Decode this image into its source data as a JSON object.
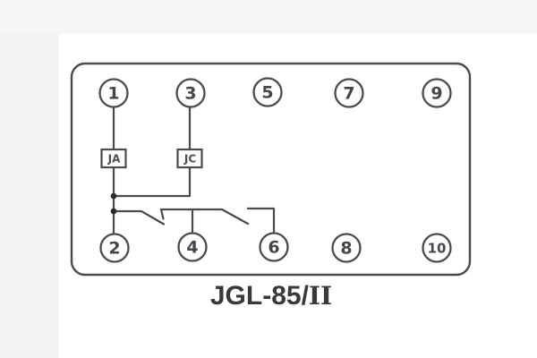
{
  "diagram": {
    "caption_model": "JGL-85/",
    "caption_variant": "II",
    "terminals": {
      "top": [
        {
          "label": "1"
        },
        {
          "label": "3"
        },
        {
          "label": "5"
        },
        {
          "label": "7"
        },
        {
          "label": "9"
        }
      ],
      "bottom": [
        {
          "label": "2"
        },
        {
          "label": "4"
        },
        {
          "label": "6"
        },
        {
          "label": "8"
        },
        {
          "label": "10"
        }
      ]
    },
    "coils": [
      {
        "label": "JA"
      },
      {
        "label": "JC"
      }
    ],
    "colors": {
      "line": "#4b4b4b",
      "text": "#43464b",
      "caption": "#38393b",
      "background": "#ffffff"
    }
  }
}
